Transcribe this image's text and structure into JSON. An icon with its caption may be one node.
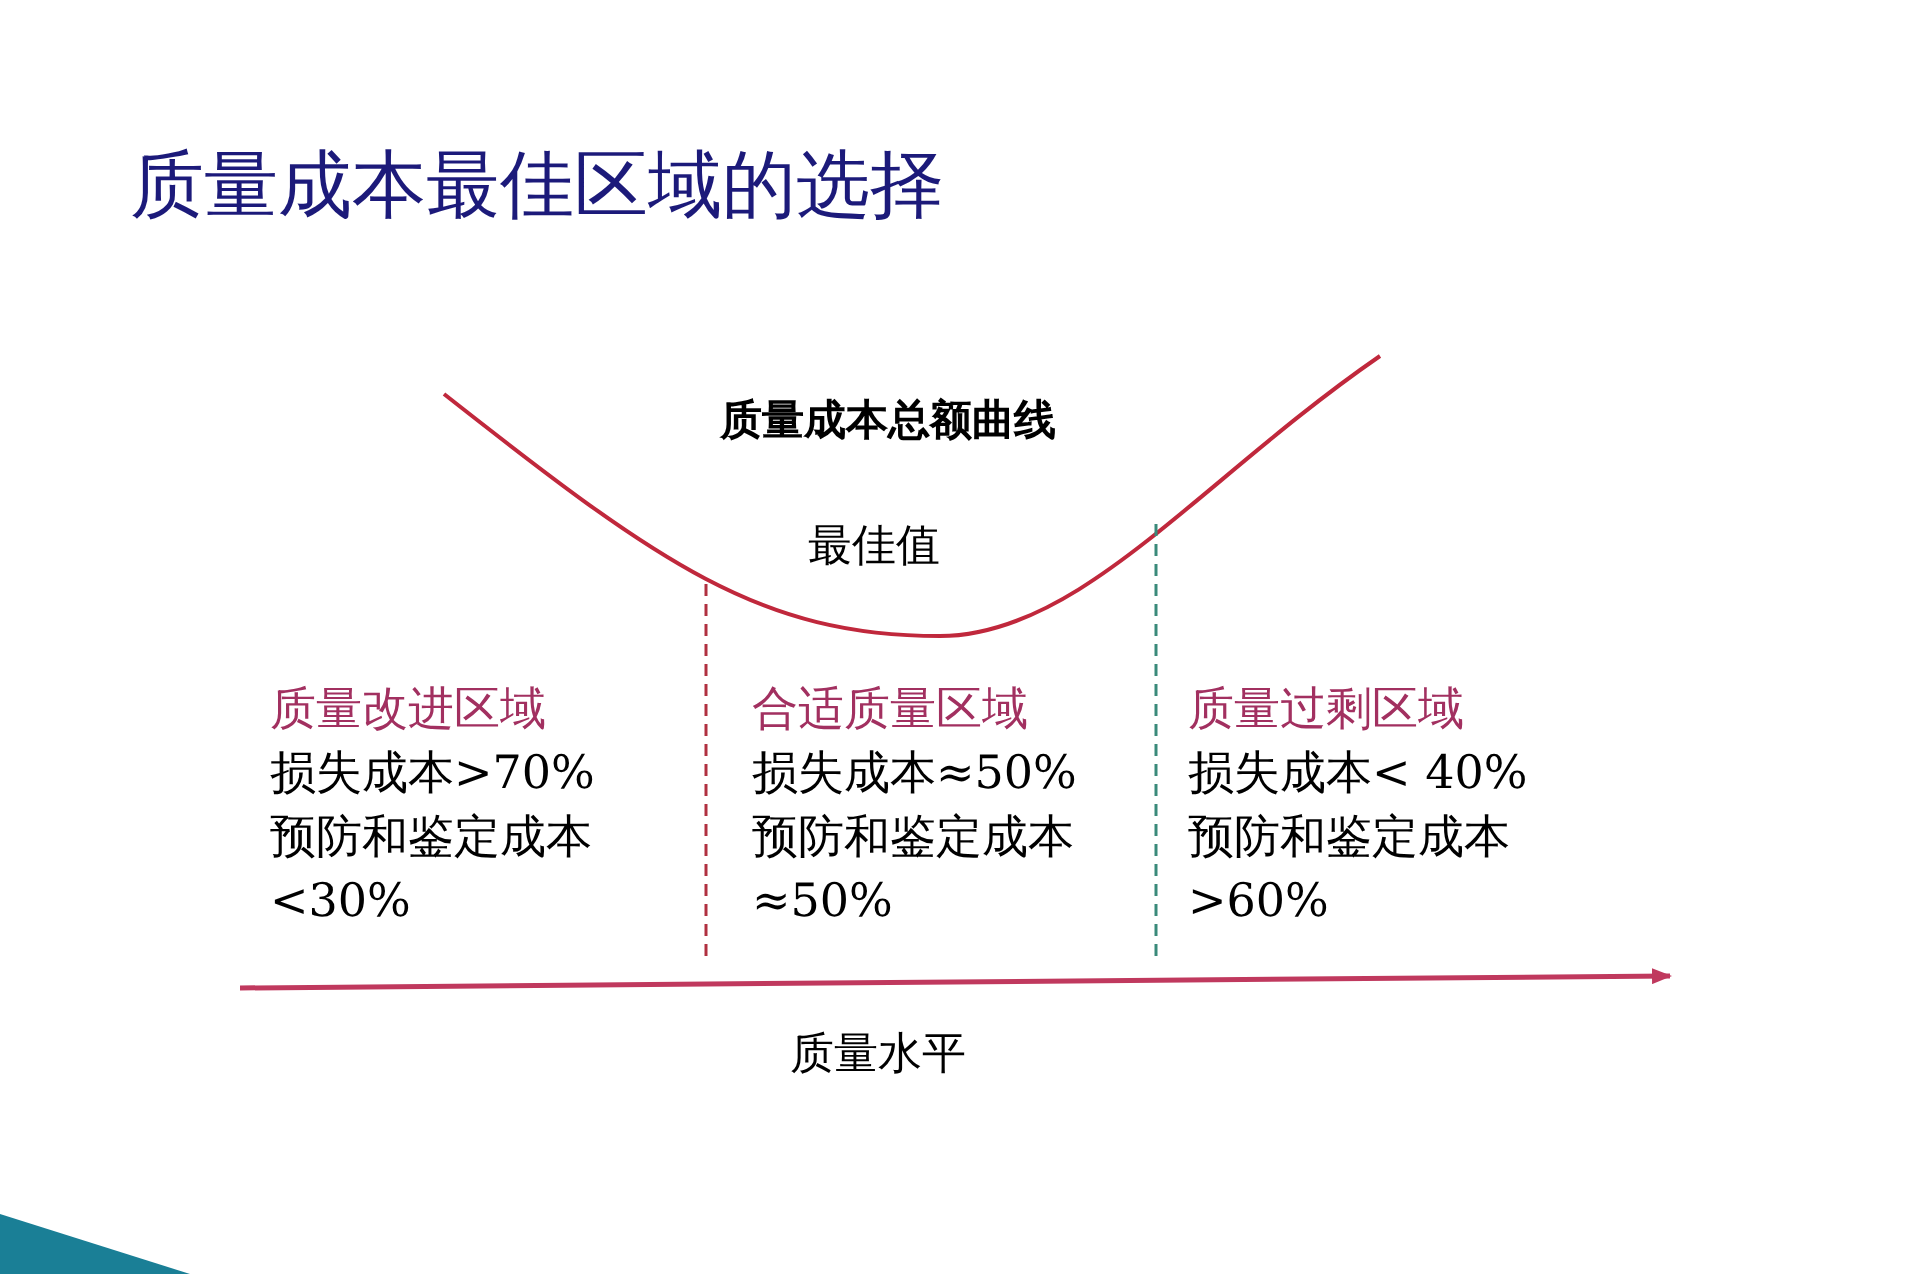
{
  "diagram": {
    "title": "质量成本最佳区域的选择",
    "labels": [
      "质量成本总额曲线",
      "最佳值",
      "质量改进区域",
      "损失成本>70%",
      "预防和鉴定成本",
      "<30%",
      "合适质量区域",
      "损失成本≈50%",
      "预防和鉴定成本",
      "≈50%",
      "质量过剩区域",
      "损失成本< 40%",
      "预防和鉴定成本",
      ">60%",
      "质量水平"
    ]
  }
}
